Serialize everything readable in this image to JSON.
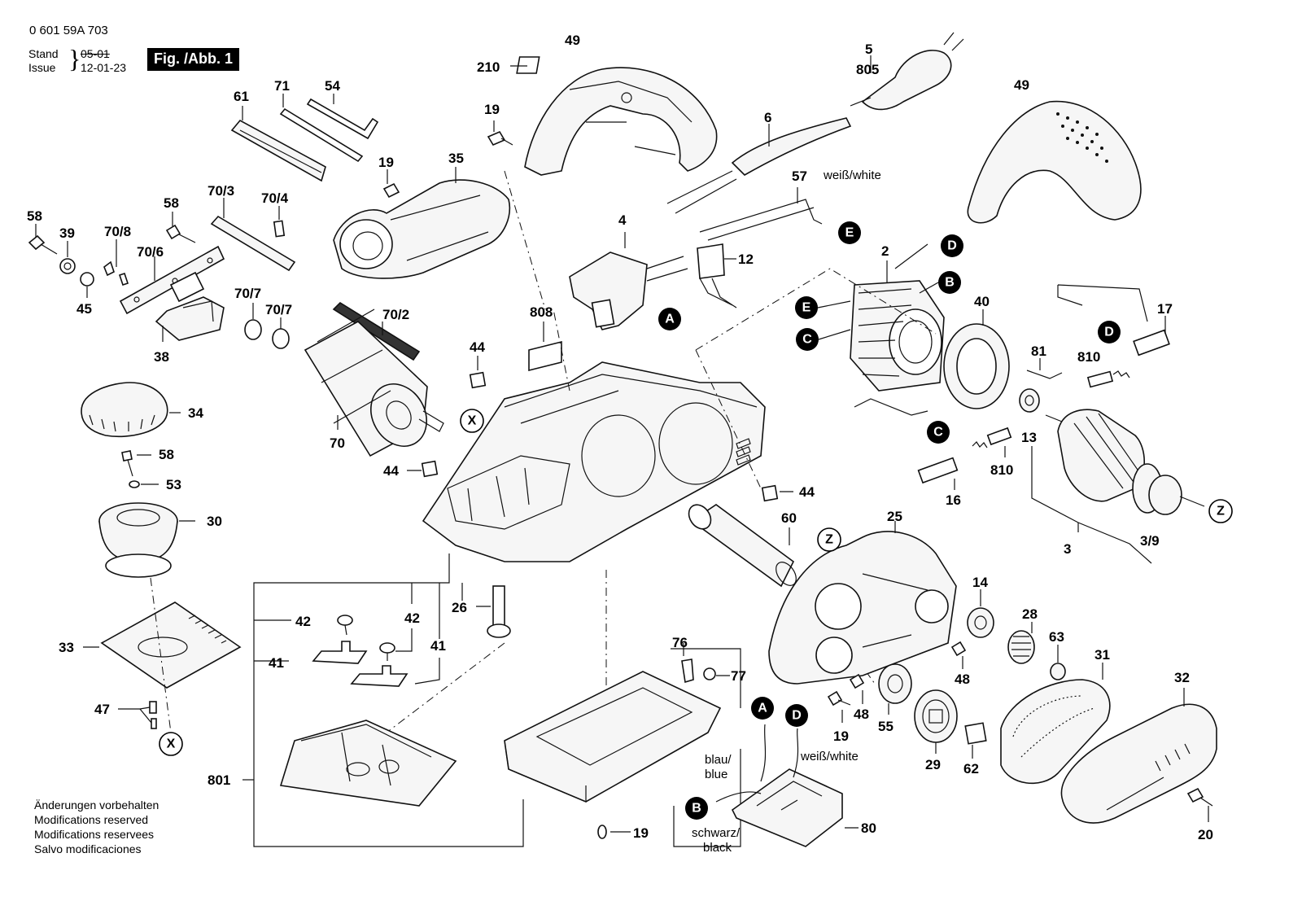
{
  "header": {
    "doc_id": "0 601 59A 703",
    "stand_label": "Stand",
    "issue_label": "Issue",
    "stand_value": "05-01",
    "issue_value": "12-01-23",
    "figure_label": "Fig. /Abb. 1"
  },
  "notes": [
    "Änderungen vorbehalten",
    "Modifications reserved",
    "Modifications reservees",
    "Salvo modificaciones"
  ],
  "part_numbers": [
    "0 601 59A 703",
    "2",
    "3",
    "3/9",
    "4",
    "5",
    "6",
    "12",
    "13",
    "14",
    "16",
    "17",
    "19",
    "20",
    "25",
    "26",
    "28",
    "29",
    "30",
    "31",
    "32",
    "33",
    "34",
    "35",
    "38",
    "39",
    "40",
    "41",
    "42",
    "44",
    "45",
    "47",
    "48",
    "49",
    "53",
    "54",
    "55",
    "57",
    "58",
    "60",
    "61",
    "62",
    "63",
    "70",
    "70/2",
    "70/3",
    "70/4",
    "70/6",
    "70/7",
    "70/8",
    "71",
    "76",
    "77",
    "80",
    "81",
    "210",
    "801",
    "805",
    "808",
    "810"
  ],
  "labels": {
    "p49a": "49",
    "p210": "210",
    "p19a": "19",
    "p5": "5",
    "p805": "805",
    "p6": "6",
    "p49b": "49",
    "p57": "57",
    "p57w": "weiß/white",
    "p61": "61",
    "p71": "71",
    "p54": "54",
    "p19b": "19",
    "p35": "35",
    "p58a": "58",
    "p39": "39",
    "p708": "70/8",
    "p706": "70/6",
    "p58b": "58",
    "p703": "70/3",
    "p704": "70/4",
    "p45": "45",
    "p707a": "70/7",
    "p707b": "70/7",
    "p702": "70/2",
    "p38": "38",
    "p4": "4",
    "p12": "12",
    "p808": "808",
    "p2": "2",
    "p40": "40",
    "p17": "17",
    "p81": "81",
    "p810a": "810",
    "p44a": "44",
    "p34": "34",
    "p70": "70",
    "p58c": "58",
    "p53": "53",
    "p30": "30",
    "p44b": "44",
    "p44c": "44",
    "p60": "60",
    "p13": "13",
    "p810b": "810",
    "p16": "16",
    "p3": "3",
    "p39b": "3/9",
    "p25": "25",
    "p26": "26",
    "p42a": "42",
    "p42b": "42",
    "p41a": "41",
    "p41b": "41",
    "p14": "14",
    "p28": "28",
    "p63": "63",
    "p31": "31",
    "p32": "32",
    "p33": "33",
    "p76": "76",
    "p77": "77",
    "p48a": "48",
    "p48b": "48",
    "p47": "47",
    "p19c": "19",
    "p55": "55",
    "p29": "29",
    "p62": "62",
    "p801": "801",
    "p19d": "19",
    "p80": "80",
    "p20": "20",
    "blue": "blau/\nblue",
    "blue1": "blau/",
    "blue2": "blue",
    "black1": "schwarz/",
    "black2": "black",
    "white2": "weiß/white"
  },
  "connectors": {
    "A": "A",
    "B": "B",
    "C": "C",
    "D": "D",
    "E": "E",
    "X": "X",
    "Z": "Z"
  }
}
